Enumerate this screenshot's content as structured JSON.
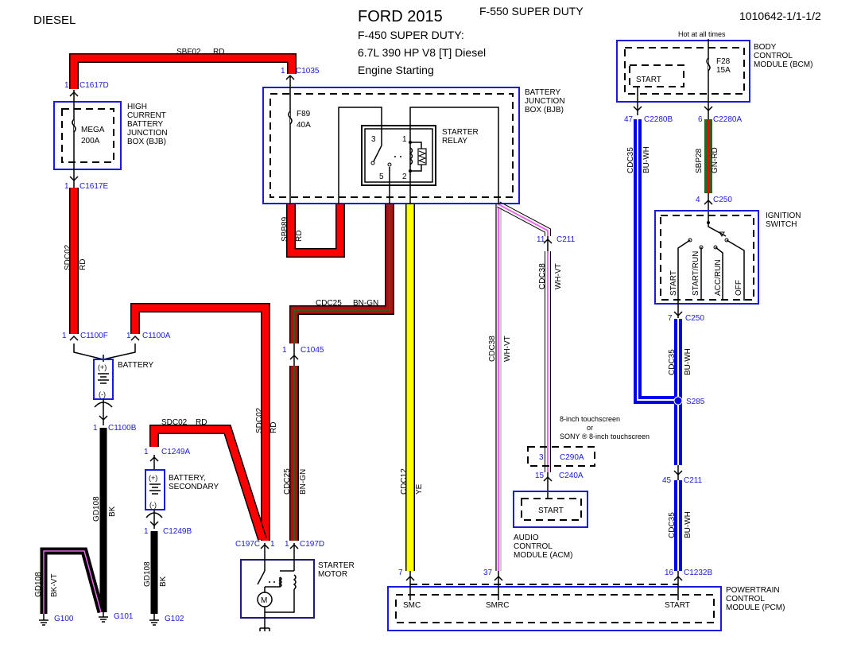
{
  "header": {
    "fuel": "DIESEL",
    "make_year": "FORD 2015",
    "model_alt": "F-550 SUPER DUTY",
    "model": "F-450 SUPER DUTY:",
    "engine": "6.7L 390 HP V8 [T] Diesel",
    "system": "Engine Starting",
    "doc_id": "1010642-1/1-1/2"
  },
  "components": {
    "high_current_bjb": {
      "label": [
        "HIGH",
        "CURRENT",
        "BATTERY",
        "JUNCTION",
        "BOX (BJB)"
      ],
      "fuse": "MEGA",
      "rating": "200A"
    },
    "bjb": {
      "label": [
        "BATTERY",
        "JUNCTION",
        "BOX (BJB)"
      ],
      "fuse": "F89",
      "rating": "40A"
    },
    "starter_relay": {
      "label": [
        "STARTER",
        "RELAY"
      ],
      "pins": [
        "3",
        "1",
        "5",
        "2"
      ]
    },
    "bcm": {
      "label": [
        "BODY",
        "CONTROL",
        "MODULE (BCM)"
      ],
      "note": "Hot at all times",
      "fuse": "F28",
      "rating": "15A",
      "internal": "START"
    },
    "ignition_switch": {
      "label": [
        "IGNITION",
        "SWITCH"
      ],
      "positions": [
        "START",
        "START/RUN",
        "ACC/RUN",
        "OFF"
      ]
    },
    "battery": {
      "label": "BATTERY",
      "pos": "(+)",
      "neg": "(-)"
    },
    "battery_secondary": {
      "label": [
        "BATTERY,",
        "SECONDARY"
      ],
      "pos": "(+)",
      "neg": "(-)"
    },
    "starter_motor": {
      "label": [
        "STARTER",
        "MOTOR"
      ]
    },
    "acm": {
      "label": [
        "AUDIO",
        "CONTROL",
        "MODULE (ACM)"
      ],
      "internal": "START",
      "option_note": [
        "8-inch touchscreen",
        "or",
        "SONY ® 8-inch touchscreen"
      ]
    },
    "pcm": {
      "label": [
        "POWERTRAIN",
        "CONTROL",
        "MODULE (PCM)"
      ],
      "pins": [
        "SMC",
        "SMRC",
        "START"
      ]
    }
  },
  "connectors": {
    "c1617d": {
      "pin": "1",
      "name": "C1617D"
    },
    "c1617e": {
      "pin": "1",
      "name": "C1617E"
    },
    "c1035": {
      "pin": "1",
      "name": "C1035"
    },
    "c1100f": {
      "pin": "1",
      "name": "C1100F"
    },
    "c1100a": {
      "pin": "1",
      "name": "C1100A"
    },
    "c1100b": {
      "pin": "1",
      "name": "C1100B"
    },
    "c1249a": {
      "pin": "1",
      "name": "C1249A"
    },
    "c1249b": {
      "pin": "1",
      "name": "C1249B"
    },
    "c1045": {
      "pin": "1",
      "name": "C1045"
    },
    "c197c": {
      "pin": "1",
      "name": "C197C"
    },
    "c197d": {
      "pin": "1",
      "name": "C197D"
    },
    "c2280b": {
      "pin": "47",
      "name": "C2280B"
    },
    "c2280a": {
      "pin": "6",
      "name": "C2280A"
    },
    "c250_4": {
      "pin": "4",
      "name": "C250"
    },
    "c250_7": {
      "pin": "7",
      "name": "C250"
    },
    "c211_11": {
      "pin": "11",
      "name": "C211"
    },
    "c211_45": {
      "pin": "45",
      "name": "C211"
    },
    "c290a": {
      "pin": "3",
      "name": "C290A"
    },
    "c240a": {
      "pin": "15",
      "name": "C240A"
    },
    "pcm_7": {
      "pin": "7"
    },
    "pcm_37": {
      "pin": "37"
    },
    "c1232b": {
      "pin": "16",
      "name": "C1232B"
    },
    "s285": {
      "name": "S285"
    }
  },
  "grounds": [
    "G100",
    "G101",
    "G102"
  ],
  "wires": {
    "sbf02": {
      "circuit": "SBF02",
      "color": "RD"
    },
    "sdc02_main": {
      "circuit": "SDC02",
      "color": "RD"
    },
    "sdc02_starter": {
      "circuit": "SDC02",
      "color": "RD"
    },
    "sdc02_secondary": {
      "circuit": "SDC02",
      "color": "RD"
    },
    "sbb89": {
      "circuit": "SBB89",
      "color": "RD"
    },
    "cdc25_top": {
      "circuit": "CDC25",
      "color": "BN-GN"
    },
    "cdc25_vert": {
      "circuit": "CDC25",
      "color": "BN-GN"
    },
    "cdc12": {
      "circuit": "CDC12",
      "color": "YE"
    },
    "cdc38_main": {
      "circuit": "CDC38",
      "color": "WH-VT"
    },
    "cdc38_acm": {
      "circuit": "CDC38",
      "color": "WH-VT"
    },
    "cdc35_a": {
      "circuit": "CDC35",
      "color": "BU-WH"
    },
    "cdc35_b": {
      "circuit": "CDC35",
      "color": "BU-WH"
    },
    "cdc35_c": {
      "circuit": "CDC35",
      "color": "BU-WH"
    },
    "sbp28": {
      "circuit": "SBP28",
      "color": "GN-RD"
    },
    "gd108_a": {
      "circuit": "GD108",
      "color": "BK"
    },
    "gd108_b": {
      "circuit": "GD108",
      "color": "BK-VT"
    },
    "gd108_c": {
      "circuit": "GD108",
      "color": "BK"
    }
  },
  "colors": {
    "red": "#ff0000",
    "yellow": "#ffff00",
    "blue": "#0000ee",
    "violet": "#ee66ee",
    "green": "#1f6b1f",
    "brown_red": "#b01010",
    "black": "#000000",
    "label_blue": "#1a1adc"
  }
}
